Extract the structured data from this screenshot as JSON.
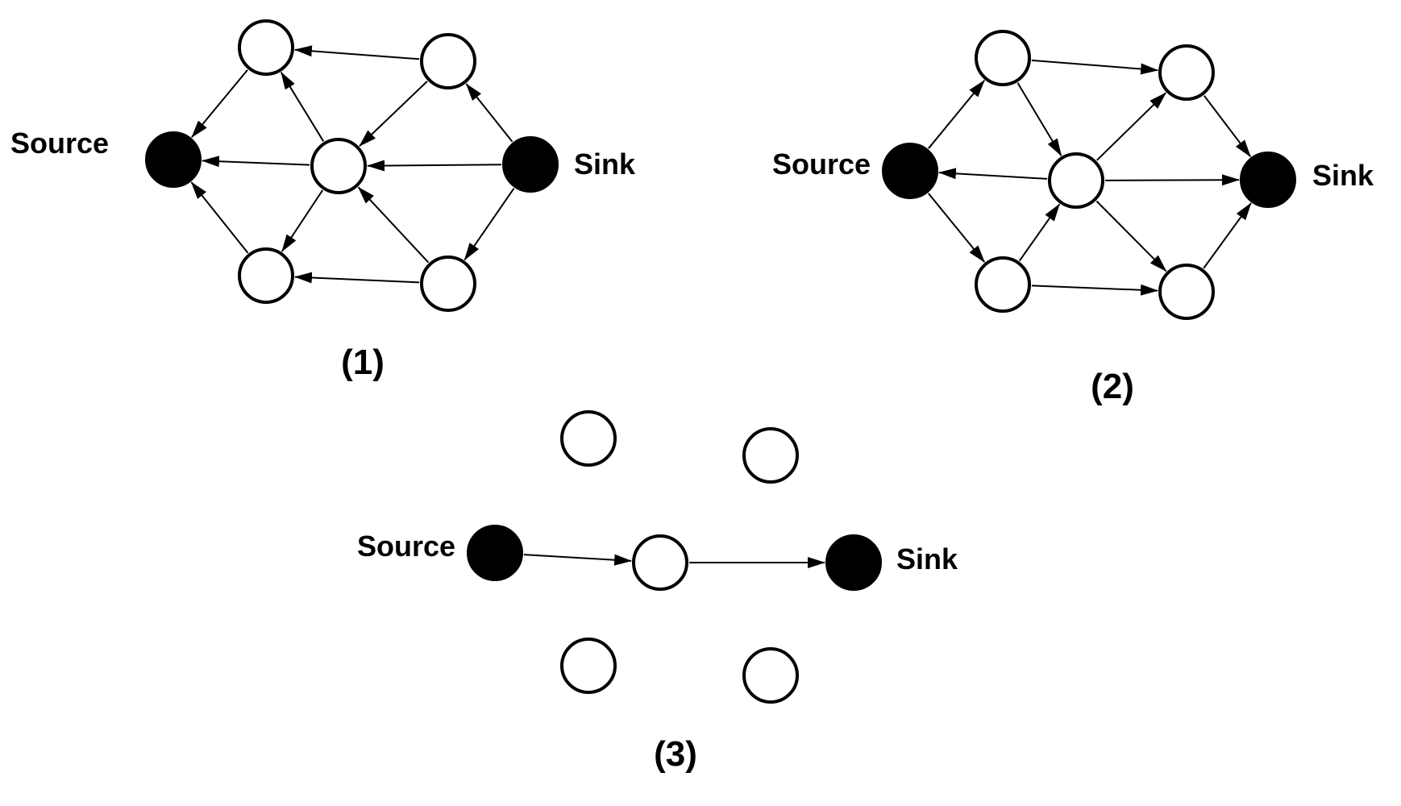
{
  "colors": {
    "stroke": "#000000",
    "terminal_fill": "#000000",
    "node_fill": "#ffffff",
    "background": "#ffffff"
  },
  "panels": [
    {
      "id": "panel-1",
      "caption": "(1)",
      "source_label": "Source",
      "sink_label": "Sink",
      "nodes": [
        "source",
        "sink",
        "center",
        "top-left",
        "top-right",
        "bottom-left",
        "bottom-right"
      ],
      "edges": [
        [
          "top-right",
          "top-left"
        ],
        [
          "bottom-right",
          "bottom-left"
        ],
        [
          "top-left",
          "source"
        ],
        [
          "bottom-left",
          "source"
        ],
        [
          "center",
          "source"
        ],
        [
          "sink",
          "center"
        ],
        [
          "sink",
          "top-right"
        ],
        [
          "sink",
          "bottom-right"
        ],
        [
          "top-right",
          "center"
        ],
        [
          "bottom-right",
          "center"
        ],
        [
          "center",
          "top-left"
        ],
        [
          "center",
          "bottom-left"
        ]
      ]
    },
    {
      "id": "panel-2",
      "caption": "(2)",
      "source_label": "Source",
      "sink_label": "Sink",
      "nodes": [
        "source",
        "sink",
        "center",
        "top-left",
        "top-right",
        "bottom-left",
        "bottom-right"
      ],
      "edges": [
        [
          "source",
          "top-left"
        ],
        [
          "source",
          "bottom-left"
        ],
        [
          "center",
          "source"
        ],
        [
          "center",
          "sink"
        ],
        [
          "top-left",
          "top-right"
        ],
        [
          "bottom-left",
          "bottom-right"
        ],
        [
          "top-right",
          "sink"
        ],
        [
          "bottom-right",
          "sink"
        ],
        [
          "top-left",
          "center"
        ],
        [
          "bottom-left",
          "center"
        ],
        [
          "center",
          "top-right"
        ],
        [
          "center",
          "bottom-right"
        ]
      ]
    },
    {
      "id": "panel-3",
      "caption": "(3)",
      "source_label": "Source",
      "sink_label": "Sink",
      "nodes": [
        "source",
        "sink",
        "center",
        "top-left",
        "top-right",
        "bottom-left",
        "bottom-right"
      ],
      "edges": [
        [
          "source",
          "center"
        ],
        [
          "center",
          "sink"
        ]
      ]
    }
  ]
}
